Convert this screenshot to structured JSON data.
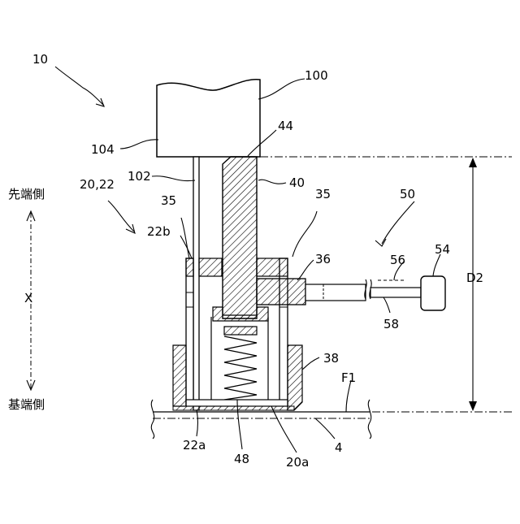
{
  "figure": {
    "labels": {
      "ref_10": "10",
      "ref_100": "100",
      "ref_104": "104",
      "ref_44": "44",
      "ref_102": "102",
      "ref_40": "40",
      "ref_20_22": "20,22",
      "ref_35_left": "35",
      "ref_35_right": "35",
      "ref_22b": "22b",
      "ref_36": "36",
      "ref_50": "50",
      "ref_56": "56",
      "ref_54": "54",
      "ref_58": "58",
      "ref_38": "38",
      "ref_F1": "F1",
      "ref_22a": "22a",
      "ref_48": "48",
      "ref_20a": "20a",
      "ref_4": "4",
      "ref_D2": "D2",
      "axis_X": "X",
      "tip_side": "先端側",
      "base_side": "基端側"
    }
  }
}
